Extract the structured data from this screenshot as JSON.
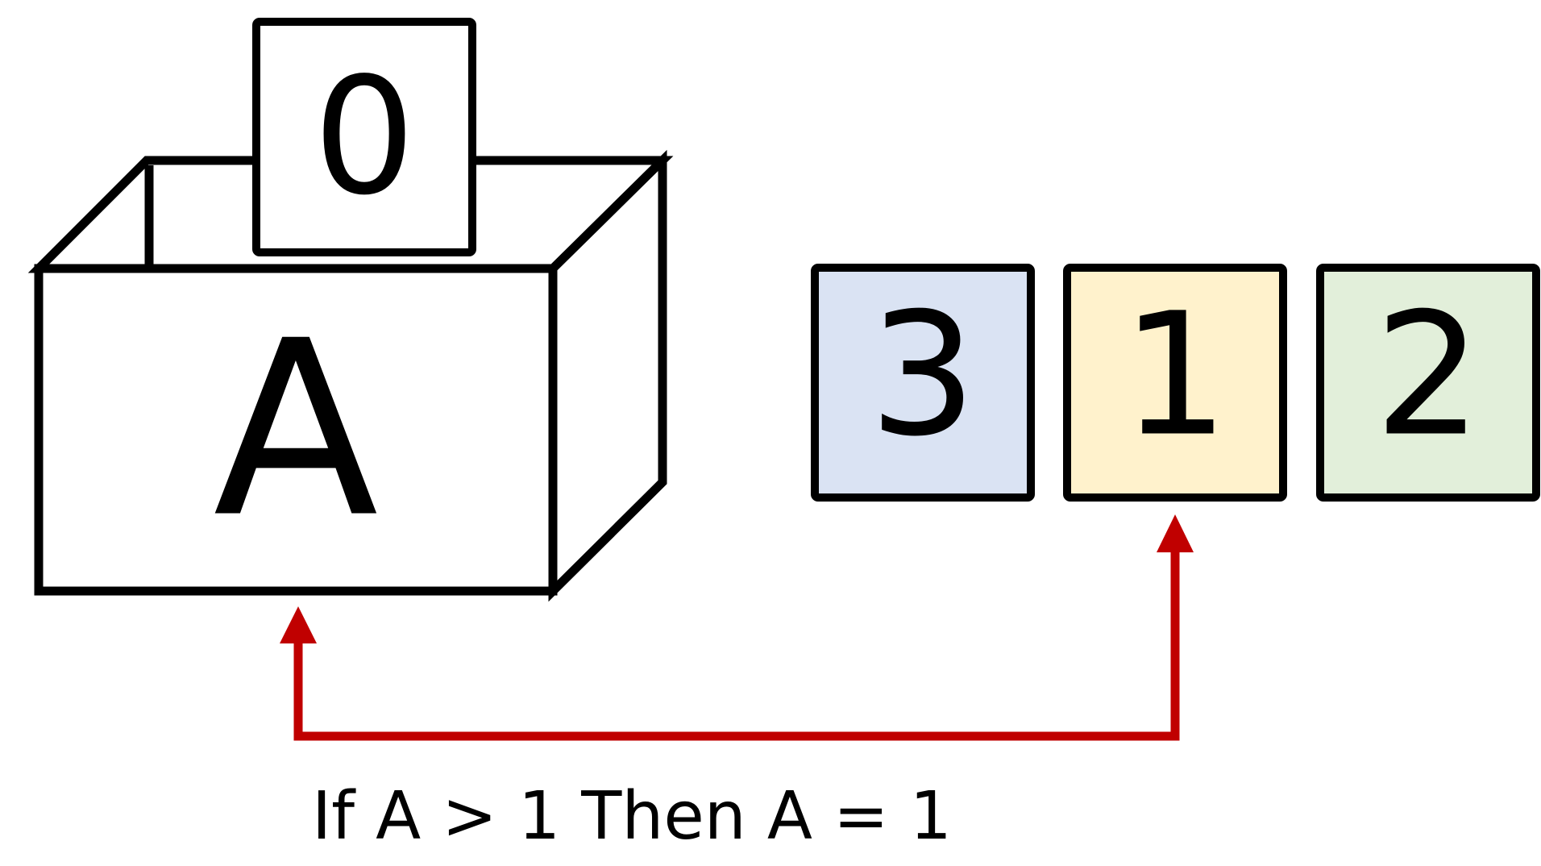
{
  "box_variable": {
    "name": "A",
    "current_value": "0"
  },
  "cards": [
    {
      "value": "3",
      "fill": "#DAE3F3"
    },
    {
      "value": "1",
      "fill": "#FFF2CC"
    },
    {
      "value": "2",
      "fill": "#E2EFDA"
    }
  ],
  "arrow_color": "#C00000",
  "caption": "If A > 1 Then A = 1"
}
